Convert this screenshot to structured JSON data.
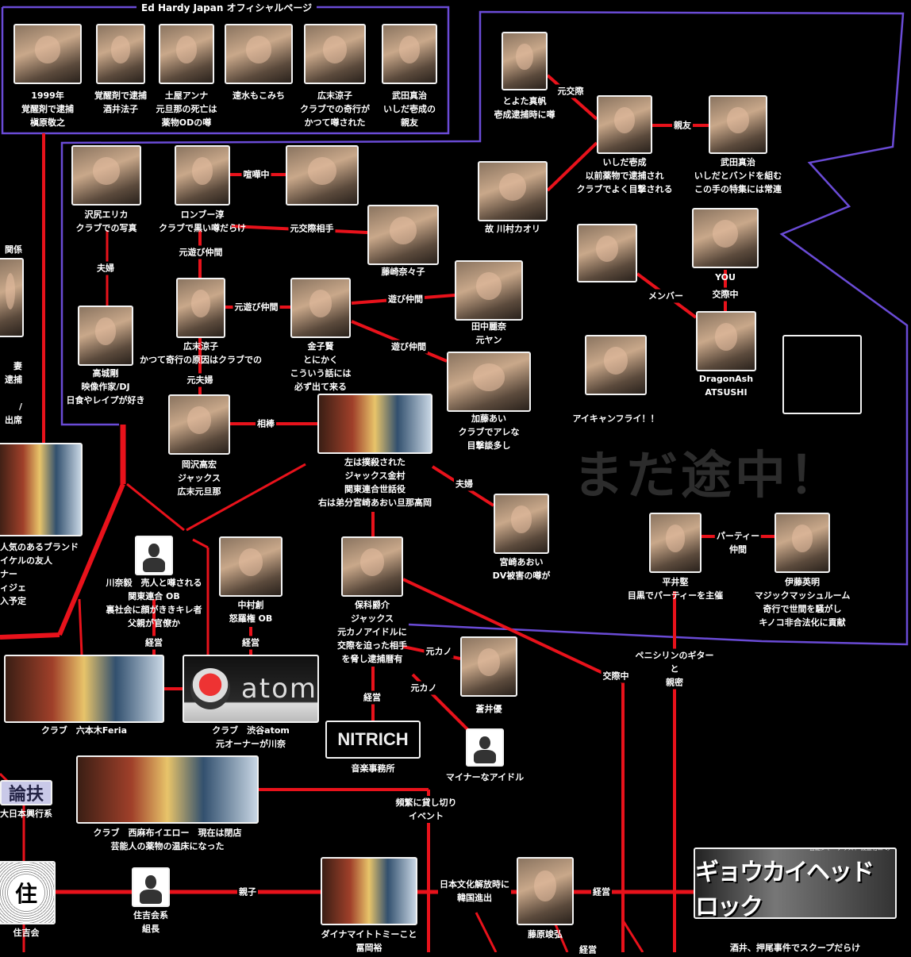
{
  "header": {
    "title": "Ed Hardy Japan オフィシャルページ"
  },
  "watermark": "まだ途中！",
  "colors": {
    "link": "#e8121b",
    "group_border": "#6a4bd6",
    "background": "#000000"
  },
  "nodes": {
    "makihara": {
      "lines": [
        "1999年",
        "覚醒剤で逮捕",
        "槇原敬之"
      ]
    },
    "sakai": {
      "lines": [
        "覚醒剤で逮捕",
        "酒井法子"
      ]
    },
    "tsuchiya": {
      "lines": [
        "土屋アンナ",
        "元旦那の死亡は",
        "薬物ODの噂"
      ]
    },
    "hayami": {
      "lines": [
        "速水もこみち"
      ]
    },
    "hirosue_top": {
      "lines": [
        "広末涼子",
        "クラブでの奇行が",
        "かつて噂された"
      ]
    },
    "takeda_top": {
      "lines": [
        "武田真治",
        "いしだ壱成の",
        "親友"
      ]
    },
    "sawajiri": {
      "lines": [
        "沢尻エリカ",
        "クラブでの写真"
      ]
    },
    "ronbu": {
      "lines": [
        "ロンブー淳",
        "クラブで黒い噂だらけ"
      ]
    },
    "foreign_woman": {
      "lines": []
    },
    "fujisaki": {
      "lines": [
        "藤崎奈々子"
      ]
    },
    "takashiro": {
      "lines": [
        "高城剛",
        "映像作家/DJ",
        "日食やレイプが好き"
      ]
    },
    "hirosue": {
      "lines": [
        "広末涼子",
        "かつて奇行の原因はクラブでの"
      ]
    },
    "kaneko": {
      "lines": [
        "金子賢",
        "とにかく",
        "こういう話には",
        "必ず出て来る"
      ]
    },
    "tanaka": {
      "lines": [
        "田中麗奈",
        "元ヤン"
      ]
    },
    "kato": {
      "lines": [
        "加藤あい",
        "クラブでアレな",
        "目撃談多し"
      ]
    },
    "okazawa": {
      "lines": [
        "岡沢高宏",
        "ジャックス",
        "広末元旦那"
      ]
    },
    "jacks": {
      "lines": [
        "左は撲殺された",
        "ジャックス金村",
        "関東連合世話役",
        "右は弟分宮崎あおい旦那高岡"
      ]
    },
    "miyazaki": {
      "lines": [
        "宮崎あおい",
        "DV被害の噂が"
      ]
    },
    "toyota": {
      "lines": [
        "とよた真帆",
        "壱成逮捕時に噂"
      ]
    },
    "ishida": {
      "lines": [
        "いしだ壱成",
        "以前薬物で逮捕され",
        "クラブでよく目撃される"
      ]
    },
    "takeda": {
      "lines": [
        "武田真治",
        "いしだとバンドを組む",
        "この手の特集には常連"
      ]
    },
    "kawamura": {
      "lines": [
        "故 川村カオリ"
      ]
    },
    "glasses_man": {
      "lines": []
    },
    "you": {
      "lines": [
        "YOU"
      ]
    },
    "atsushi": {
      "lines": [
        "DragonAsh",
        "ATSUSHI"
      ]
    },
    "aikyan": {
      "lines": [
        "アイキャンフライ！！"
      ]
    },
    "empty_slot": {
      "lines": []
    },
    "hirai": {
      "lines": [
        "平井堅",
        "目黒でパーティーを主催"
      ]
    },
    "ito": {
      "lines": [
        "伊藤英明",
        "マジックマッシュルーム",
        "奇行で世間を騒がし",
        "キノコ非合法化に貢献"
      ]
    },
    "left_top": {
      "lines": [
        "関係",
        "妻",
        "逮捕",
        "/",
        "出席"
      ]
    },
    "left_brand": {
      "lines": [
        "人気のあるブランド",
        "イケルの友人",
        "ナー",
        "ィジェ",
        "入予定"
      ]
    },
    "kawana": {
      "lines": [
        "川奈毅　売人と噂される",
        "関東連合 OB",
        "裏社会に顔がききキレ者",
        "父親が官僚か"
      ]
    },
    "nakamura": {
      "lines": [
        "中村創",
        "怒羅権 OB"
      ]
    },
    "hoshina": {
      "lines": [
        "保科爵介",
        "ジャックス",
        "元カノアイドルに",
        "交際を迫った相手",
        "を脅し逮捕暦有"
      ]
    },
    "aoi": {
      "lines": [
        "蒼井優"
      ]
    },
    "minor_idol": {
      "lines": [
        "マイナーなアイドル"
      ]
    },
    "feria": {
      "lines": [
        "クラブ　六本木Feria"
      ]
    },
    "atom": {
      "lines": [
        "クラブ　渋谷atom",
        "元オーナーが川奈"
      ],
      "logo": "atom"
    },
    "nitrich": {
      "lines": [
        "音楽事務所"
      ],
      "logo": "NITRICH"
    },
    "yellow": {
      "lines": [
        "クラブ　西麻布イエロー　現在は閉店",
        "芸能人の薬物の温床になった"
      ]
    },
    "dainippon": {
      "lines": [
        "大日本興行系"
      ],
      "logo": "論扶"
    },
    "sumiyoshi": {
      "lines": [
        "住吉会"
      ],
      "logo": "住"
    },
    "kumicho": {
      "lines": [
        "住吉会系",
        "組長"
      ]
    },
    "tommy": {
      "lines": [
        "ダイナマイトトミーこと",
        "冨岡裕"
      ]
    },
    "fujiwara": {
      "lines": [
        "藤原竣弘"
      ]
    },
    "gyoukai": {
      "lines": [
        "酒井、押尾事件でスクープだらけ"
      ],
      "logo": "ギョウカイヘッドロック",
      "logo_sub": "芸能ジャーナリスト 渡邉裕二 の"
    }
  },
  "edges": {
    "kenka": [
      "喧嘩中"
    ],
    "moto_kousai_aite": [
      "元交際相手"
    ],
    "fuufu1": [
      "夫婦"
    ],
    "asobi1": [
      "元遊び仲間"
    ],
    "asobi2": [
      "元遊び仲間"
    ],
    "asobi3": [
      "遊び仲間"
    ],
    "asobi4": [
      "遊び仲間"
    ],
    "motofuufu": [
      "元夫婦"
    ],
    "aibou": [
      "相棒"
    ],
    "fuufu2": [
      "夫婦"
    ],
    "motokousai": [
      "元交際"
    ],
    "shinyu": [
      "親友"
    ],
    "member": [
      "メンバー"
    ],
    "kousaichu1": [
      "交際中"
    ],
    "party": [
      "パーティー",
      "仲間"
    ],
    "keiei1": [
      "経営"
    ],
    "keiei2": [
      "経営"
    ],
    "keiei3": [
      "経営"
    ],
    "motokano1": [
      "元カノ"
    ],
    "motokano2": [
      "元カノ"
    ],
    "kousaichu2": [
      "交際中"
    ],
    "penicillin": [
      "ペニシリンのギター",
      "と",
      "親密"
    ],
    "kashikiri": [
      "頻繁に貸し切り",
      "イベント"
    ],
    "oyako": [
      "親子"
    ],
    "korea": [
      "日本文化解放時に",
      "韓国進出"
    ],
    "keiei4": [
      "経営"
    ],
    "keiei5": [
      "経営"
    ]
  }
}
